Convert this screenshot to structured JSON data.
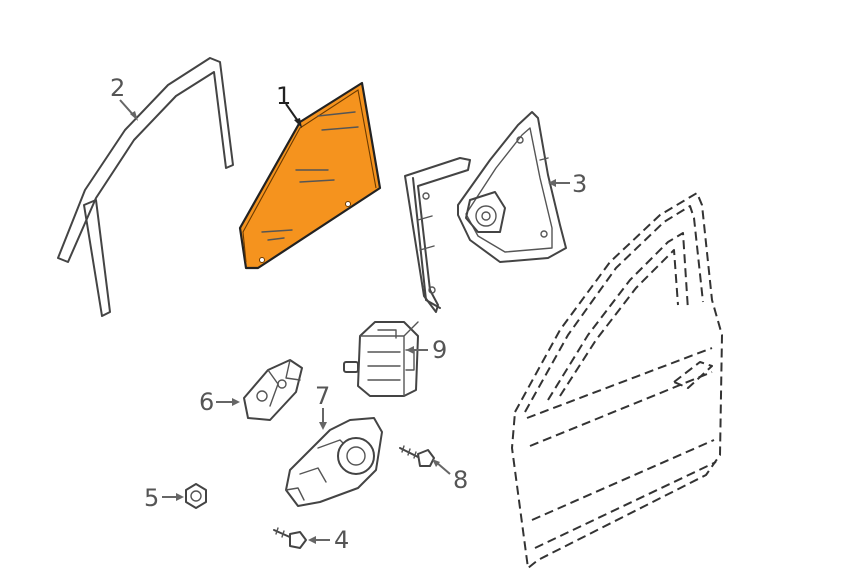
{
  "diagram": {
    "highlight_color": "#f5931e",
    "parts": [
      {
        "number": "1",
        "name": "door-glass"
      },
      {
        "number": "2",
        "name": "window-channel"
      },
      {
        "number": "3",
        "name": "window-regulator"
      },
      {
        "number": "4",
        "name": "screw"
      },
      {
        "number": "5",
        "name": "nut"
      },
      {
        "number": "6",
        "name": "bracket"
      },
      {
        "number": "7",
        "name": "regulator-motor"
      },
      {
        "number": "8",
        "name": "bolt"
      },
      {
        "number": "9",
        "name": "control-module"
      }
    ]
  }
}
